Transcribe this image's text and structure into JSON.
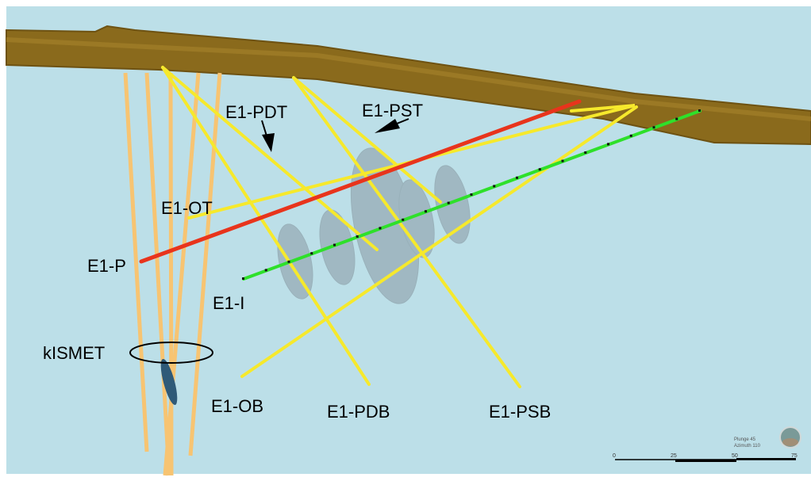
{
  "labels": {
    "pdt": "E1-PDT",
    "pst": "E1-PST",
    "ot": "E1-OT",
    "p": "E1-P",
    "i": "E1-I",
    "kismet": "kISMET",
    "ob": "E1-OB",
    "pdb": "E1-PDB",
    "psb": "E1-PSB"
  },
  "orientation": {
    "plunge": "Plunge 45",
    "azimuth": "Azimuth 110"
  },
  "scale_bar": {
    "ticks": [
      "0",
      "25",
      "50",
      "75"
    ]
  },
  "colors": {
    "background": "#bcdfe8",
    "tunnel": "#8a6a1c",
    "yellow_boreholes": "#f6e92c",
    "orange_boreholes": "#f7c472",
    "red_borehole": "#e8341c",
    "green_borehole": "#2ee02a",
    "fractures": "#8a9aa4"
  }
}
